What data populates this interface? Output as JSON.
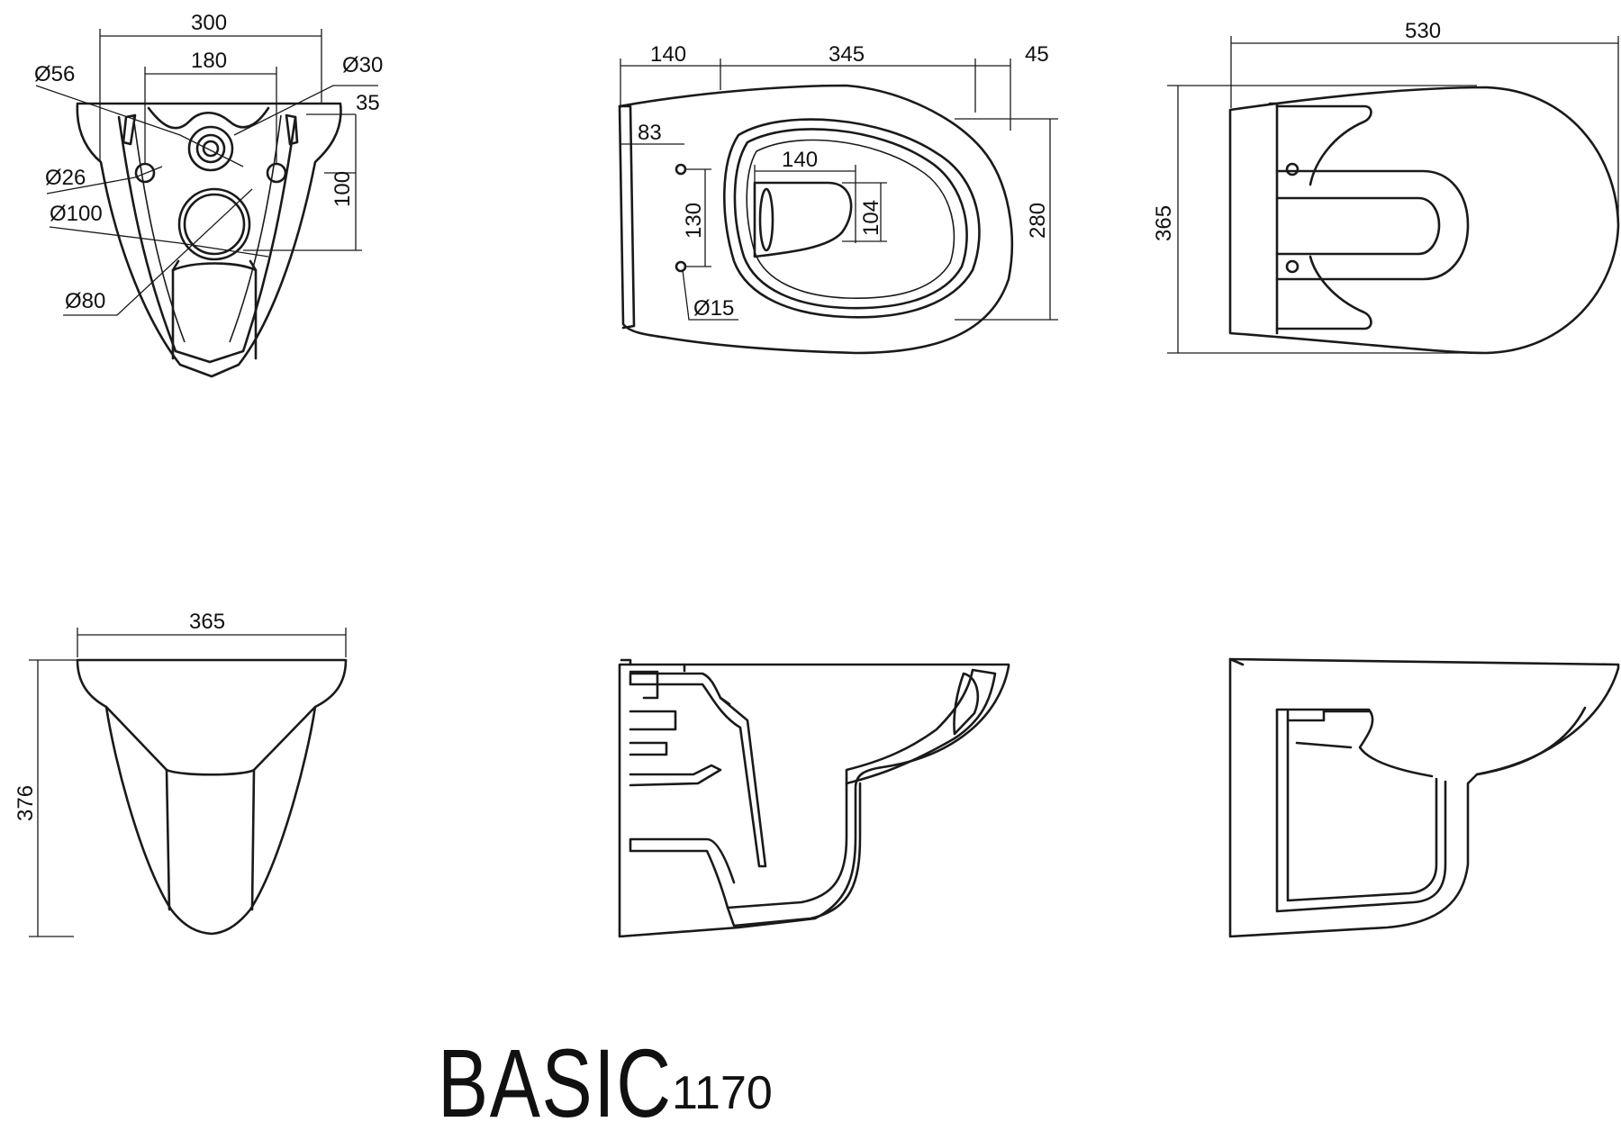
{
  "title": {
    "name": "BASIC",
    "number": "1170"
  },
  "views": {
    "rear": {
      "dims": {
        "width_300": "300",
        "spacing_180": "180",
        "dia_56": "Ø56",
        "dia_30": "Ø30",
        "offset_35": "35",
        "dia_26": "Ø26",
        "height_100": "100",
        "dia_100": "Ø100",
        "dia_80": "Ø80"
      }
    },
    "top": {
      "dims": {
        "len_140": "140",
        "len_345": "345",
        "len_45": "45",
        "len_83": "83",
        "inner_140": "140",
        "height_130": "130",
        "height_104": "104",
        "height_280": "280",
        "dia_15": "Ø15"
      }
    },
    "top_right": {
      "dims": {
        "length_530": "530",
        "width_365": "365"
      }
    },
    "front": {
      "dims": {
        "width_365": "365",
        "height_376": "376"
      }
    },
    "side_section": {},
    "side": {}
  }
}
